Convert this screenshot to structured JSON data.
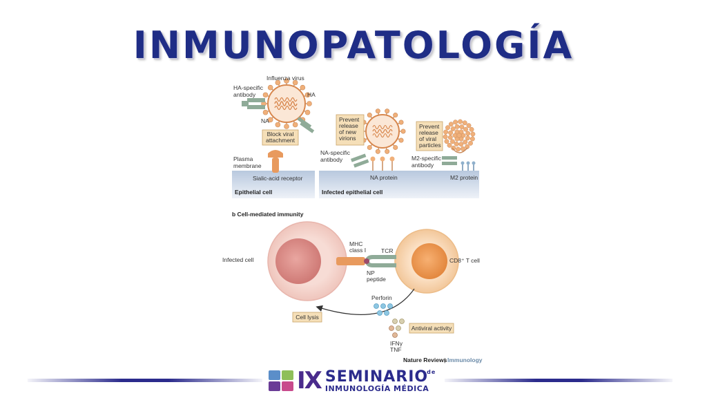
{
  "title": "INMUNOPATOLOGÍA",
  "diagram": {
    "panel_a": {
      "influenza_virus": "Influenza virus",
      "ha_antibody_line1": "HA-specific",
      "ha_antibody_line2": "antibody",
      "ha": "HA",
      "na": "NA",
      "block_line1": "Block viral",
      "block_line2": "attachment",
      "plasma_line1": "Plasma",
      "plasma_line2": "membrane",
      "sialic": "Sialic-acid receptor",
      "epithelial": "Epithelial cell",
      "prevent_new_1": "Prevent",
      "prevent_new_2": "release",
      "prevent_new_3": "of new",
      "prevent_new_4": "virions",
      "na_antibody_line1": "NA-specific",
      "na_antibody_line2": "antibody",
      "na_protein": "NA protein",
      "infected_epithelial": "Infected epithelial cell",
      "prevent_viral_1": "Prevent",
      "prevent_viral_2": "release",
      "prevent_viral_3": "of viral",
      "prevent_viral_4": "particles",
      "m2_antibody_line1": "M2-specific",
      "m2_antibody_line2": "antibody",
      "m2_protein": "M2 protein"
    },
    "panel_b": {
      "heading": "b Cell-mediated immunity",
      "infected_cell": "Infected cell",
      "mhc_line1": "MHC",
      "mhc_line2": "class I",
      "tcr": "TCR",
      "cd8": "CD8⁺ T cell",
      "np_line1": "NP",
      "np_line2": "peptide",
      "perforin": "Perforin",
      "cell_lysis": "Cell lysis",
      "antiviral": "Antiviral activity",
      "ifn": "IFNγ",
      "tnf": "TNF"
    },
    "credit_journal": "Nature Reviews",
    "credit_section": "Immunology"
  },
  "footer": {
    "logo_roman": "IX",
    "logo_main": "SEMINARIO",
    "logo_de": "de",
    "logo_sub": "INMUNOLOGÍA MÉDICA"
  },
  "colors": {
    "title": "#1f2d86",
    "virus": "#e8a06a",
    "antibody": "#7f9d8a",
    "membrane": "#c5d3e6",
    "cell_pink": "#f4d2cb",
    "cell_orange": "#f0a060",
    "box": "#f5dfb8"
  }
}
